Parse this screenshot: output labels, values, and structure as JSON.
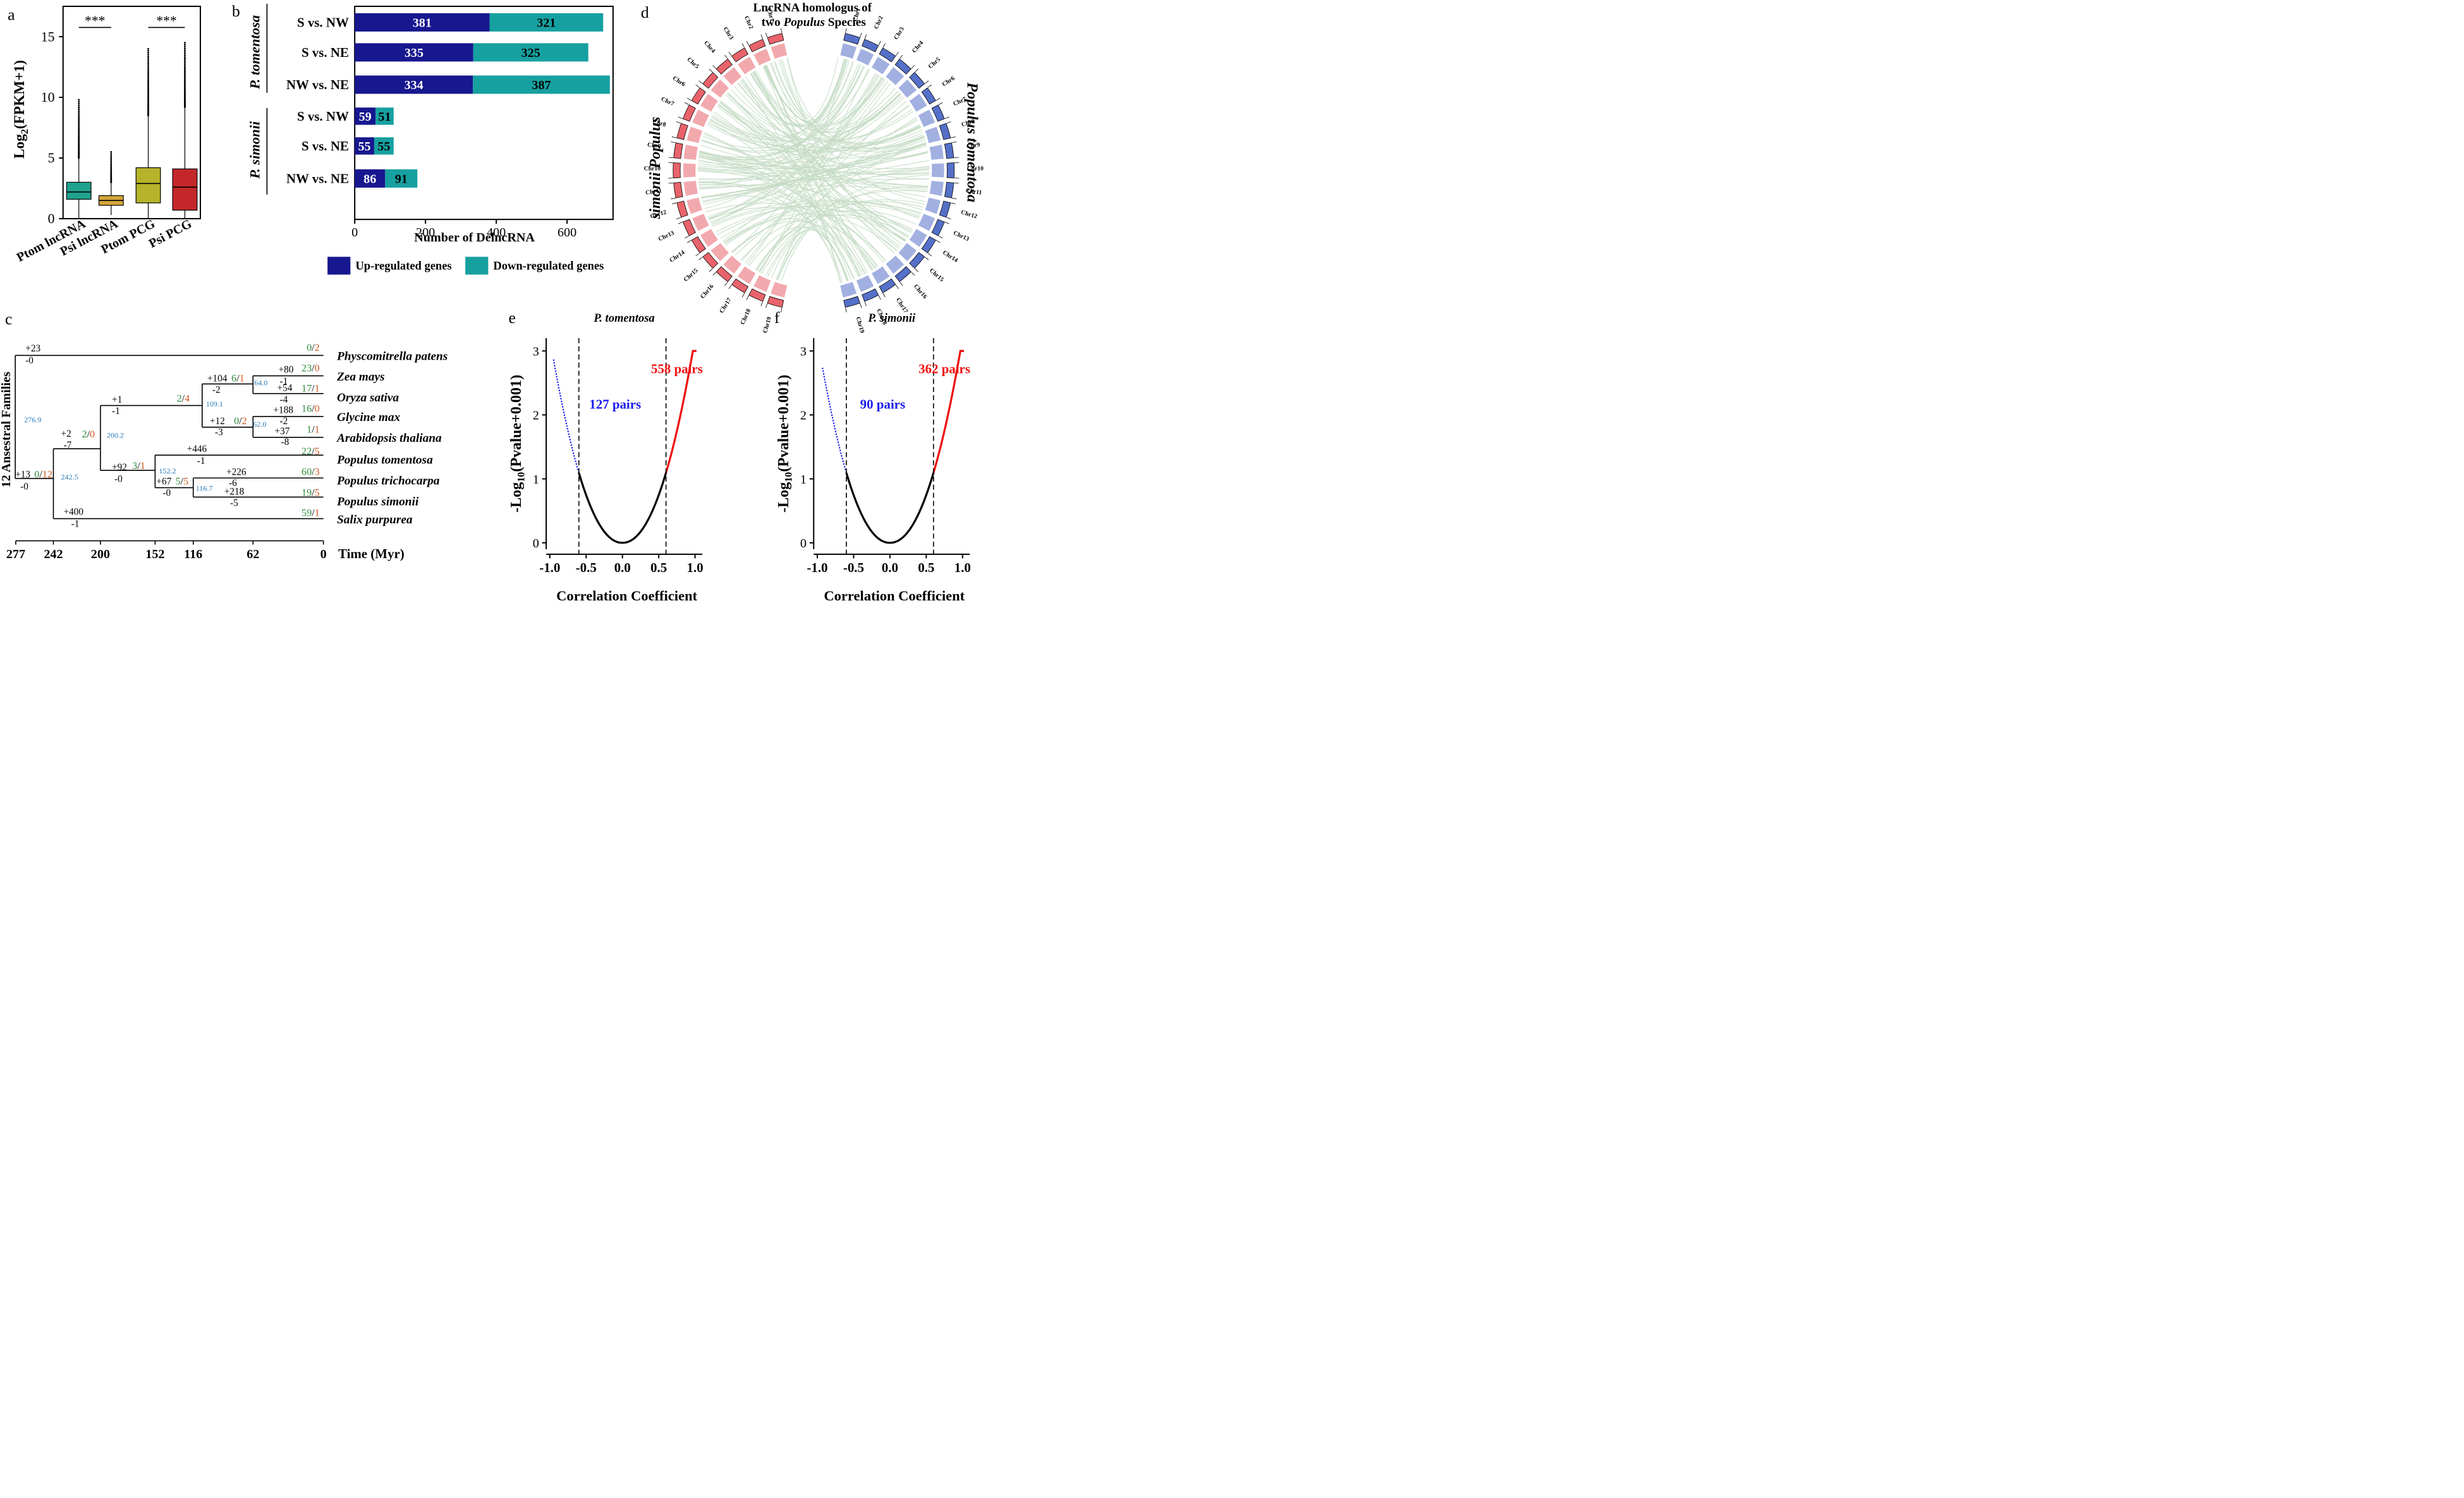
{
  "colors": {
    "ptom_lnc": "#1fa28e",
    "psi_lnc": "#d4a43a",
    "ptom_pcg": "#b6b32a",
    "psi_pcg": "#c4272a",
    "up": "#17178f",
    "down": "#17a0a0",
    "link": "#c6dcc6",
    "chr_pop_sim": "#e8636b",
    "chr_pop_tom": "#5570c8",
    "green": "#2e8b3c",
    "orange": "#d2571f",
    "blue_num": "#2a7ab8",
    "red_pts": "#ee1111",
    "blue_pts": "#1a1aee"
  },
  "panels": {
    "a": "a",
    "b": "b",
    "c": "c",
    "d": "d",
    "e": "e",
    "f": "f"
  },
  "chart_data": [
    {
      "panel": "a",
      "type": "box",
      "ylabel": "Log2(FPKM+1)",
      "ylim": [
        0,
        17.5
      ],
      "yticks": [
        0,
        5,
        10,
        15
      ],
      "categories": [
        "Ptom lncRNA",
        "Psi lncRNA",
        "Ptom PCG",
        "Psi PCG"
      ],
      "boxes": [
        {
          "q1": 1.6,
          "median": 2.2,
          "q3": 3.0,
          "whisker_low": 0.0,
          "whisker_high": 5.0,
          "outlier_max": 9.8
        },
        {
          "q1": 1.1,
          "median": 1.5,
          "q3": 1.9,
          "whisker_low": 0.3,
          "whisker_high": 3.0,
          "outlier_max": 5.5
        },
        {
          "q1": 1.3,
          "median": 2.9,
          "q3": 4.2,
          "whisker_low": 0.0,
          "whisker_high": 8.5,
          "outlier_max": 14.0
        },
        {
          "q1": 0.7,
          "median": 2.6,
          "q3": 4.1,
          "whisker_low": 0.0,
          "whisker_high": 9.2,
          "outlier_max": 14.5
        }
      ],
      "significance": [
        "***",
        "***"
      ]
    },
    {
      "panel": "b",
      "type": "stacked-bar-horizontal",
      "xlabel": "Number of DelncRNA",
      "xlim": [
        0,
        730
      ],
      "xticks": [
        0,
        200,
        400,
        600
      ],
      "groups": [
        "P. tomentosa",
        "P. simonii"
      ],
      "categories": [
        "S vs. NW",
        "S vs. NE",
        "NW vs. NE",
        "S vs. NW",
        "S vs. NE",
        "NW vs. NE"
      ],
      "series": [
        {
          "name": "Up-regulated genes",
          "values": [
            381,
            335,
            334,
            59,
            55,
            86
          ]
        },
        {
          "name": "Down-regulated genes",
          "values": [
            321,
            325,
            387,
            51,
            55,
            91
          ]
        }
      ]
    },
    {
      "panel": "e",
      "type": "scatter",
      "title": "P. tomentosa",
      "xlabel": "Correlation Coefficient",
      "ylabel": "-Log10(Pvalue+0.001)",
      "xlim": [
        -1.05,
        1.1
      ],
      "ylim": [
        -0.1,
        3.2
      ],
      "xticks": [
        "-1.0",
        "-0.5",
        "0.0",
        "0.5",
        "1.0"
      ],
      "yticks": [
        0,
        1,
        2,
        3
      ],
      "cutoff": 0.6,
      "neg_pairs": "127 pairs",
      "pos_pairs": "558 pairs",
      "neg_start": -0.95
    },
    {
      "panel": "f",
      "type": "scatter",
      "title": "P. simonii",
      "xlabel": "Correlation Coefficient",
      "ylabel": "-Log10(Pvalue+0.001)",
      "xlim": [
        -1.05,
        1.1
      ],
      "ylim": [
        -0.1,
        3.2
      ],
      "xticks": [
        "-1.0",
        "-0.5",
        "0.0",
        "0.5",
        "1.0"
      ],
      "yticks": [
        0,
        1,
        2,
        3
      ],
      "cutoff": 0.6,
      "neg_pairs": "90 pairs",
      "pos_pairs": "362 pairs",
      "neg_start": -0.93
    }
  ],
  "b_legend": {
    "up": "Up-regulated genes",
    "down": "Down-regulated genes"
  },
  "d": {
    "title_line1": "LncRNA homologus of",
    "title_line2_pre": "two ",
    "title_line2_it": "Populus",
    "title_line2_post": " Species",
    "left_label": "simonii Populus",
    "right_label": "Populus tomentosa",
    "chromosomes": [
      "Chr1",
      "Chr2",
      "Chr3",
      "Chr4",
      "Chr5",
      "Chr6",
      "Chr7",
      "Chr8",
      "Chr9",
      "Chr10",
      "Chr11",
      "Chr12",
      "Chr13",
      "Chr14",
      "Chr15",
      "Chr16",
      "Chr17",
      "Chr18",
      "Chr19"
    ]
  },
  "c": {
    "ylabel": "12 Ansestral Families",
    "time_label": "Time (Myr)",
    "time_ticks": [
      "277",
      "242",
      "200",
      "152",
      "116",
      "62",
      "0"
    ],
    "species": [
      "Physcomitrella patens",
      "Zea mays",
      "Oryza sativa",
      "Glycine max",
      "Arabidopsis thaliana",
      "Populus tomentosa",
      "Populus trichocarpa",
      "Populus simonii",
      "Salix purpurea"
    ],
    "tip_counts": [
      {
        "g": "0",
        "o": "2"
      },
      {
        "g": "23",
        "o": "0"
      },
      {
        "g": "17",
        "o": "1"
      },
      {
        "g": "16",
        "o": "0"
      },
      {
        "g": "1",
        "o": "1"
      },
      {
        "g": "22",
        "o": "5"
      },
      {
        "g": "60",
        "o": "3"
      },
      {
        "g": "19",
        "o": "5"
      },
      {
        "g": "59",
        "o": "1"
      }
    ],
    "node_ages": [
      "276.9",
      "242.5",
      "200.2",
      "152.2",
      "116.7",
      "109.1",
      "64.0",
      "62.0"
    ],
    "branch_labels": [
      "+23",
      "-0",
      "+13",
      "-0",
      "+2",
      "-7",
      "+400",
      "-1",
      "+1",
      "-1",
      "+92",
      "-0",
      "+104",
      "-2",
      "+12",
      "-3",
      "+80",
      "-1",
      "+54",
      "-4",
      "+188",
      "-2",
      "+37",
      "-8",
      "+446",
      "-1",
      "+67",
      "-0",
      "+226",
      "-6",
      "+218",
      "-5"
    ],
    "node_counts": [
      {
        "g": "0",
        "o": "12"
      },
      {
        "g": "2",
        "o": "0"
      },
      {
        "g": "2",
        "o": "4"
      },
      {
        "g": "3",
        "o": "1"
      },
      {
        "g": "6",
        "o": "1"
      },
      {
        "g": "0",
        "o": "2"
      },
      {
        "g": "5",
        "o": "5"
      }
    ]
  }
}
